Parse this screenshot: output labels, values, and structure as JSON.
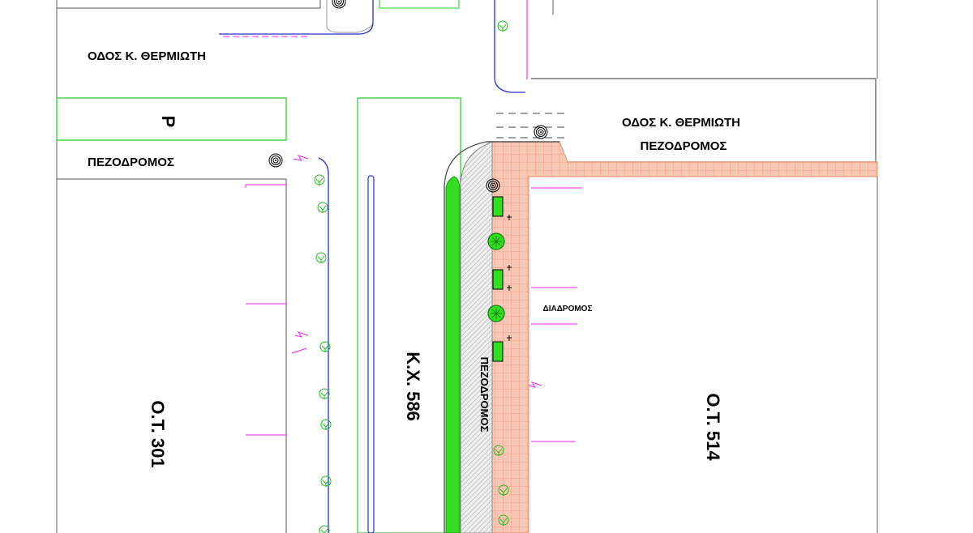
{
  "labels": {
    "street_top": "ΟΔΟΣ Κ. ΘΕΡΜΙΩΤΗ",
    "parking": "Ρ",
    "pedestrian_left": "ΠΕΖΟΔΡΟΜΟΣ",
    "street_right": "ΟΔΟΣ Κ. ΘΕΡΜΙΩΤΗ",
    "pedestrian_right": "ΠΕΖΟΔΡΟΜΟΣ",
    "corridor": "ΔΙΑΔΡΟΜΟΣ",
    "block_left": "Ο.Τ. 301",
    "kx": "Κ.Χ. 586",
    "pedestrian_vertical": "ΠΕΖΟΔΡΟΜΟΣ",
    "block_right": "Ο.Τ. 514"
  },
  "colors": {
    "green_outline": "#22cc22",
    "green_fill": "#33dd22",
    "magenta": "#ee22ee",
    "blue": "#2233cc",
    "paving": "#f6c7b4",
    "paving_grid": "#e8865e"
  },
  "symbols": {
    "tree": "tree-icon",
    "lamp": "street-lamp-icon",
    "bench": "bench-icon"
  }
}
